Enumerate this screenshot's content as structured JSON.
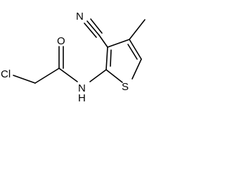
{
  "molecule": {
    "atoms": {
      "chlorine": "Cl",
      "nitrile_nitrogen": "N",
      "carbonyl_oxygen": "O",
      "amide_nitrogen": "N",
      "amide_hydrogen": "H",
      "ring_sulfur": "S"
    },
    "colors": {
      "bond": "#000000",
      "label": "#000000",
      "background": "#ffffff"
    }
  }
}
